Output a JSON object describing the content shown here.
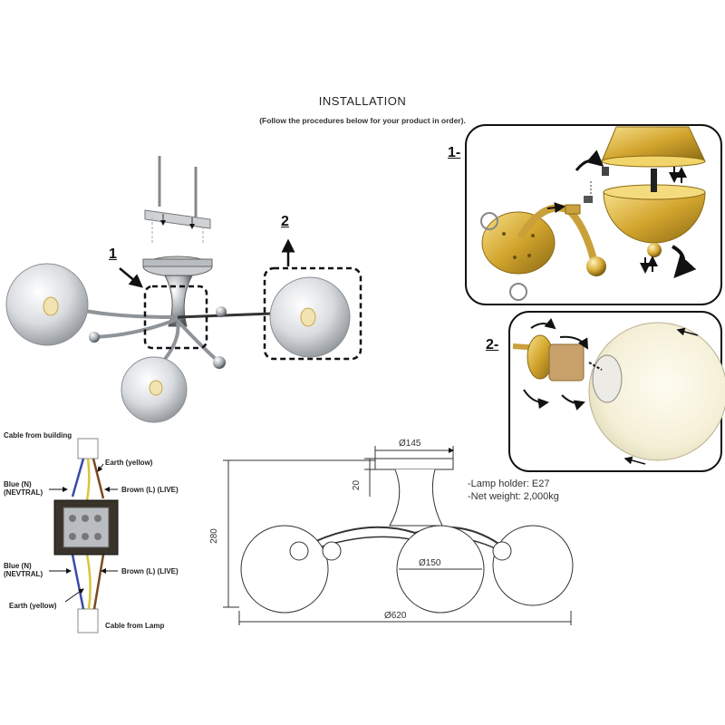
{
  "header": {
    "title": "INSTALLATION",
    "subtitle": "(Follow the procedures below for your product in order)."
  },
  "callouts": {
    "step1": "1",
    "step2": "2",
    "panel1": "1-",
    "panel2": "2-"
  },
  "wiring": {
    "cable_building": "Cable from building",
    "earth_top": "Earth (yellow)",
    "blue_top_1": "Blue (N)",
    "blue_top_2": "(NEVTRAL)",
    "brown_top": "Brown (L) (LIVE)",
    "blue_bottom_1": "Blue (N)",
    "blue_bottom_2": "(NEVTRAL)",
    "brown_bottom": "Brown (L) (LIVE)",
    "earth_bottom": "Earth (yellow)",
    "cable_lamp": "Cable from Lamp"
  },
  "dimensions": {
    "canopy_diameter": "Ø145",
    "canopy_height": "20",
    "total_height": "280",
    "globe_diameter": "Ø150",
    "total_width": "Ø620"
  },
  "specs": {
    "lamp_holder": "-Lamp holder: E27",
    "net_weight": "-Net weight: 2,000kg"
  },
  "colors": {
    "gold": "#d9b441",
    "chrome": "#9aa0a6",
    "glass": "#d7dadd"
  }
}
